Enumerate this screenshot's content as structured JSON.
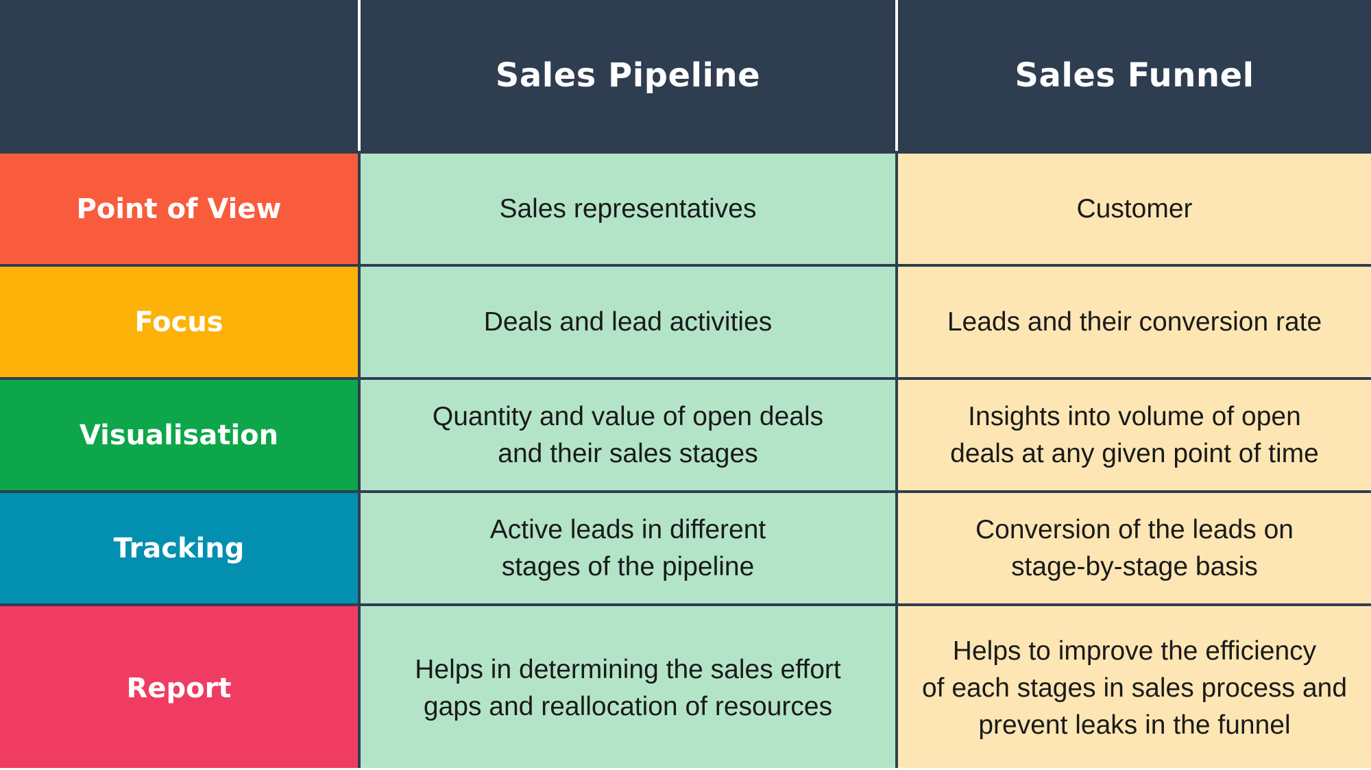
{
  "header": {
    "corner": "",
    "col1": "Sales Pipeline",
    "col2": "Sales Funnel"
  },
  "rows": [
    {
      "label": "Point of View",
      "color": "#f95c3c",
      "pipeline": "Sales representatives",
      "funnel": "Customer"
    },
    {
      "label": "Focus",
      "color": "#fdb20a",
      "pipeline": "Deals and lead activities",
      "funnel": "Leads and their conversion rate"
    },
    {
      "label": "Visualisation",
      "color": "#0da64a",
      "pipeline": "Quantity and value of open deals\nand their sales stages",
      "funnel": "Insights into volume of open\ndeals at any given point of time"
    },
    {
      "label": "Tracking",
      "color": "#028fb0",
      "pipeline": "Active leads in different\nstages of the pipeline",
      "funnel": "Conversion of the leads on\nstage-by-stage basis"
    },
    {
      "label": "Report",
      "color": "#f03c62",
      "pipeline": "Helps in determining the sales effort\ngaps and reallocation of resources",
      "funnel": "Helps to improve the efficiency\nof each stages in sales process and\nprevent leaks in the funnel"
    }
  ],
  "colors": {
    "header_bg": "#2e3d50",
    "pipeline_bg": "#b3e4c8",
    "funnel_bg": "#fde6b3"
  }
}
